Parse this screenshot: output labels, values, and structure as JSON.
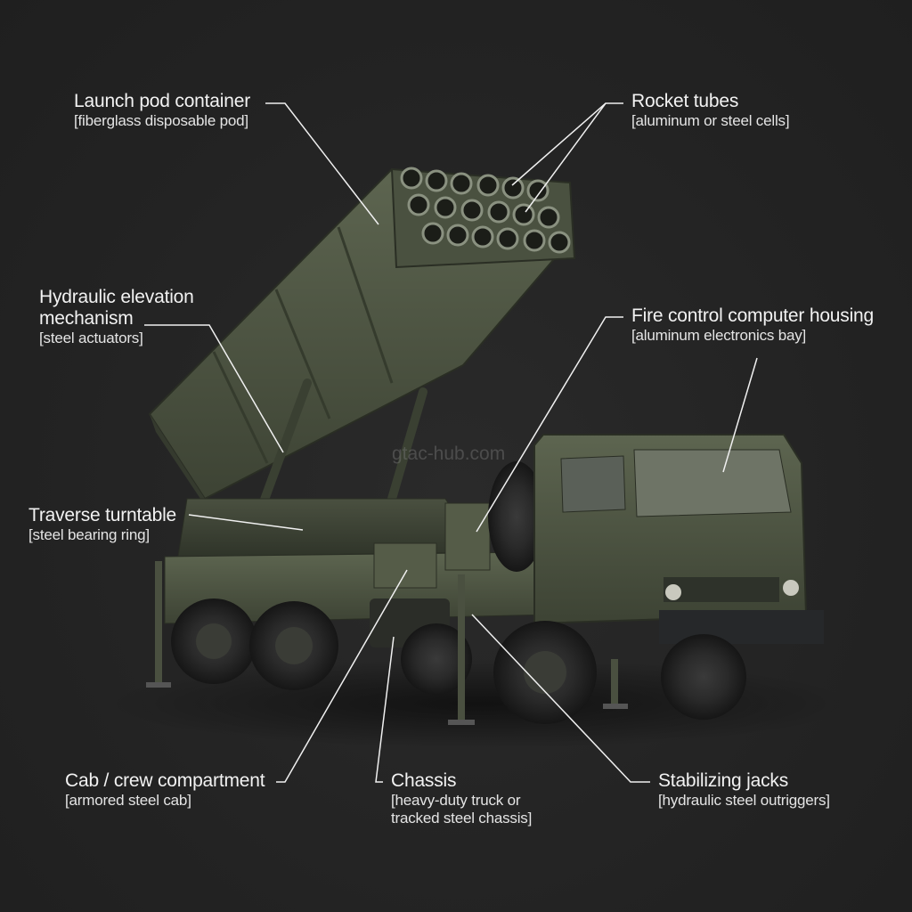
{
  "diagram": {
    "subject": "Multiple rocket launcher truck (annotated components)",
    "background_color": "#232323",
    "vehicle_color": "#4b5240",
    "watermark": "gtac-hub.com",
    "labels": [
      {
        "id": "launch_pod",
        "title": "Launch pod container",
        "sub": "[fiberglass disposable pod]"
      },
      {
        "id": "rocket_tubes",
        "title": "Rocket tubes",
        "sub": "[aluminum or steel cells]"
      },
      {
        "id": "hydraulic",
        "title": "Hydraulic elevation",
        "title2": "mechanism",
        "sub": "[steel actuators]"
      },
      {
        "id": "fire_control",
        "title": "Fire control computer housing",
        "sub": "[aluminum electronics bay]"
      },
      {
        "id": "turntable",
        "title": "Traverse turntable",
        "sub": "[steel bearing ring]"
      },
      {
        "id": "cab",
        "title": "Cab / crew compartment",
        "sub": "[armored steel cab]"
      },
      {
        "id": "chassis",
        "title": "Chassis",
        "sub": "[heavy-duty truck or",
        "sub2": "tracked steel chassis]"
      },
      {
        "id": "jacks",
        "title": "Stabilizing jacks",
        "sub": "[hydraulic steel outriggers]"
      }
    ]
  }
}
